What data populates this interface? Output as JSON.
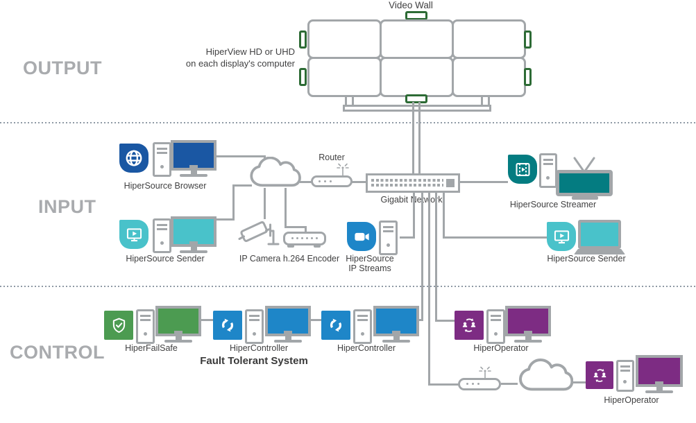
{
  "sections": {
    "output": "OUTPUT",
    "input": "INPUT",
    "control": "CONTROL"
  },
  "video_wall": {
    "label": "Video Wall",
    "note_line1": "HiperView HD or UHD",
    "note_line2": "on each display's computer"
  },
  "network": {
    "router": "Router",
    "router2": "",
    "gigabit": "Gigabit Network"
  },
  "nodes": {
    "browser": {
      "label": "HiperSource Browser"
    },
    "sender_left": {
      "label": "HiperSource Sender"
    },
    "camera_encoder": {
      "label": "IP Camera h.264 Encoder"
    },
    "ip_streams": {
      "line1": "HiperSource",
      "line2": "IP Streams"
    },
    "streamer": {
      "label": "HiperSource Streamer"
    },
    "sender_right": {
      "label": "HiperSource Sender"
    },
    "failsafe": {
      "label": "HiperFailSafe"
    },
    "controller1": {
      "label": "HiperController"
    },
    "controller2": {
      "label": "HiperController"
    },
    "fault_tolerant_label": "Fault Tolerant System",
    "operator1": {
      "label": "HiperOperator"
    },
    "operator2": {
      "label": "HiperOperator"
    }
  },
  "colors": {
    "line": "#A2A6A9",
    "text": "#404041",
    "section": "#A9ABAE",
    "blue_dark": "#1A57A3",
    "blue": "#1E86C8",
    "teal": "#047C81",
    "turquoise": "#49C2CA",
    "green": "#4C9B51",
    "green_dark": "#2D6B35",
    "purple": "#7D2C83"
  }
}
